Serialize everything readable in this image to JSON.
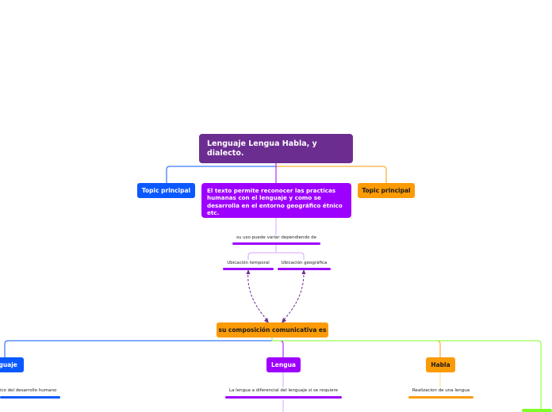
{
  "root": {
    "title": "Lenguaje Lengua Habla,  y dialecto."
  },
  "topics": {
    "left": "Topic principal",
    "right": "Topic principal"
  },
  "description": "El  texto permite reconocer las practicas humanas con el lenguaje y como se desarrolla en el entorno geográfico étnico etc.",
  "usage": "su uso puede variar dependiendo de",
  "location": {
    "temporal": "Ubicación temporal",
    "geographic": "Ubicación geográfica"
  },
  "composition": "su composición comunicativa es",
  "branches": {
    "lenguaje": {
      "title": "nguaje",
      "detail": "ico del desarrollo humano"
    },
    "lengua": {
      "title": "Lengua",
      "detail": "La lengua a diferencial del lenguaje si se requiere"
    },
    "habla": {
      "title": "Habla",
      "detail": "Realizacion de una lengua"
    }
  },
  "colors": {
    "root": "#6c2d91",
    "blue": "#0a58ff",
    "orange": "#fb9b05",
    "purple": "#9e00ff",
    "green": "#7cff2a"
  }
}
